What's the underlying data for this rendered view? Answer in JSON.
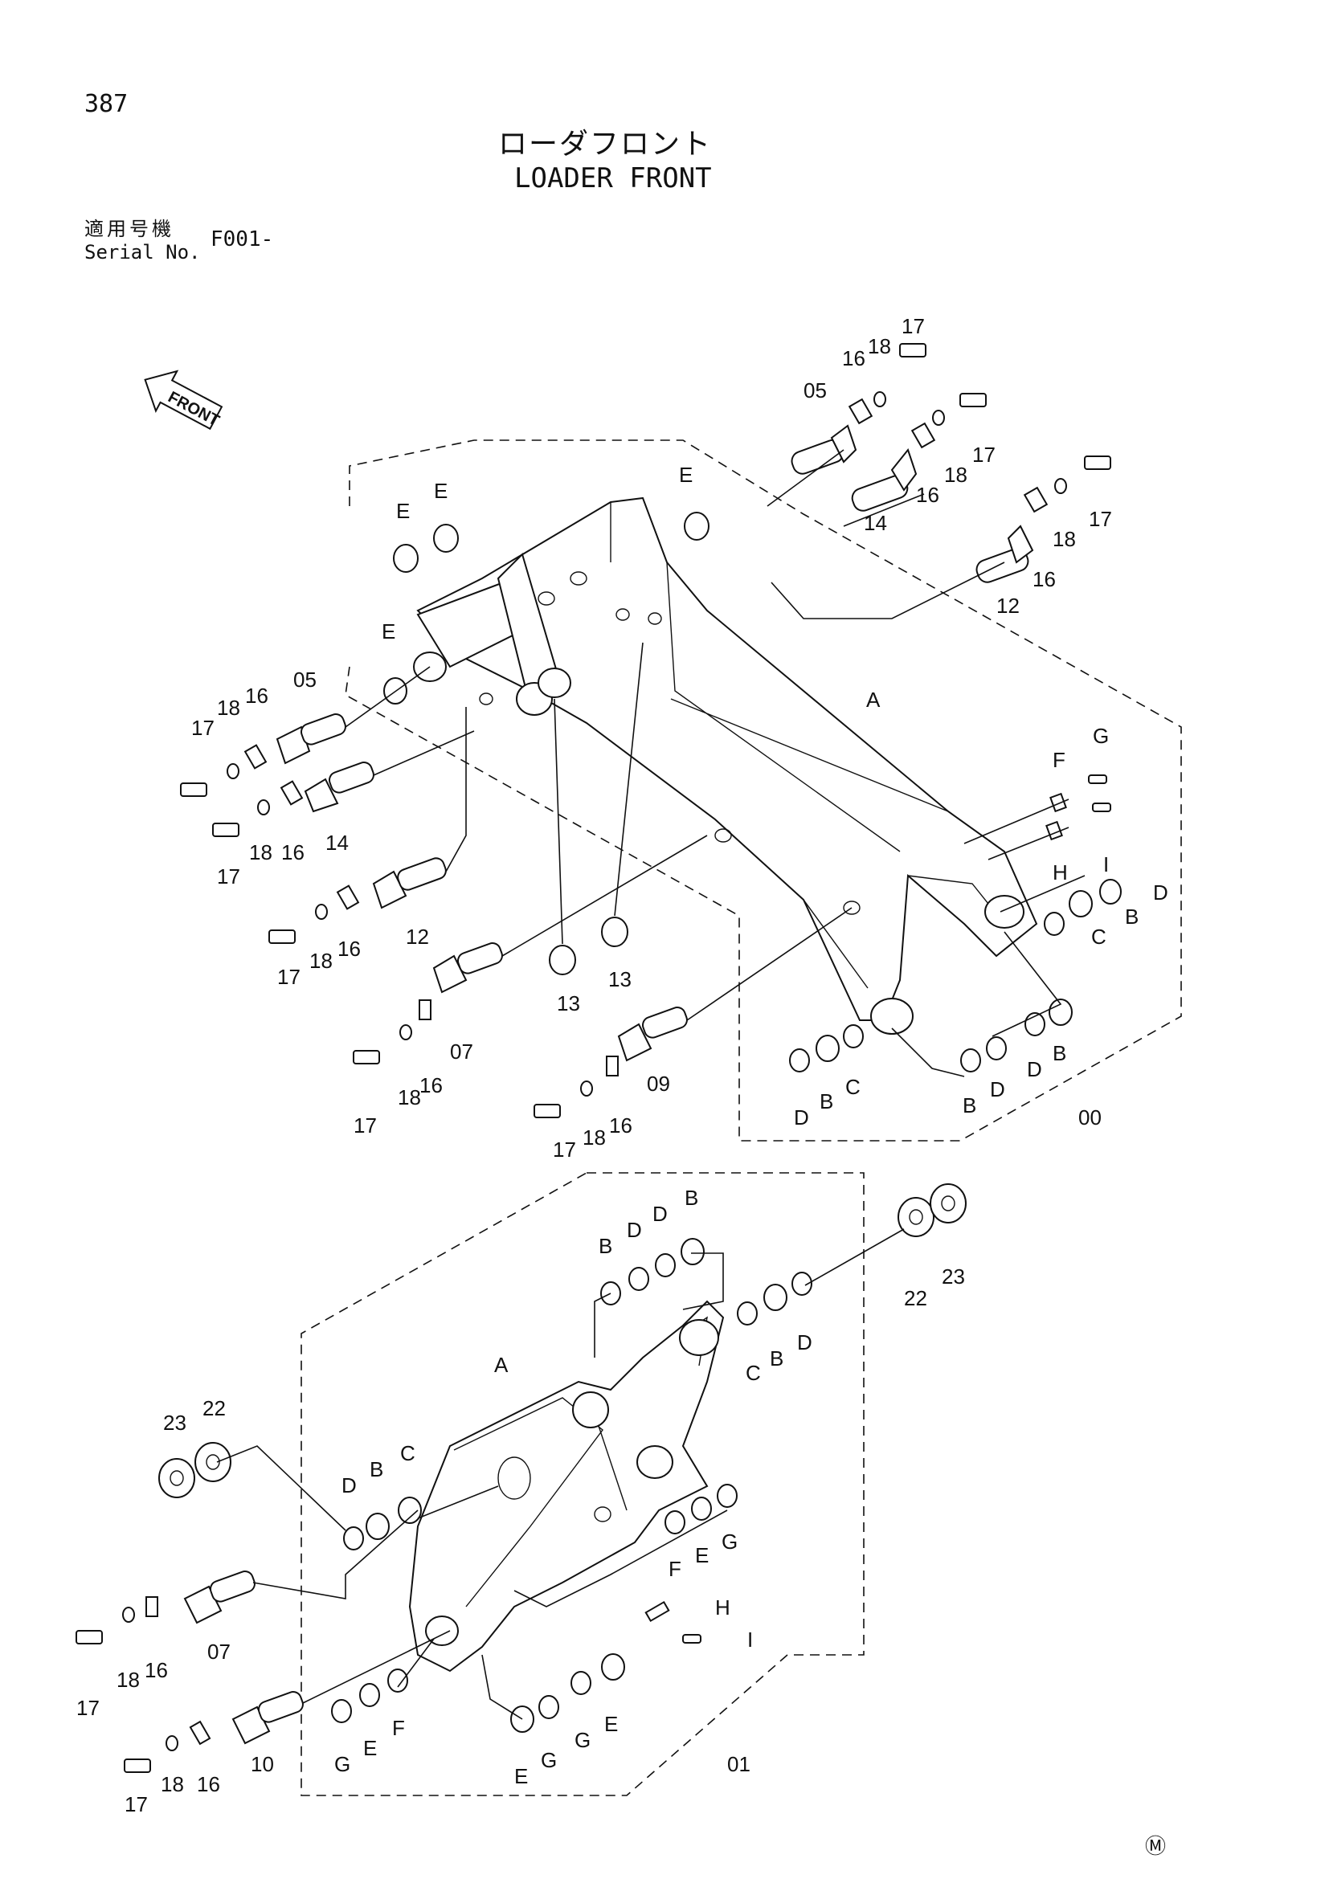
{
  "header": {
    "page_number": "387",
    "title_jp": "ローダフロント",
    "title_en": "LOADER FRONT",
    "serial_label_jp": "適用号機",
    "serial_label_en": "Serial No.",
    "serial_value": "F001-"
  },
  "front_arrow": {
    "label": "FRONT"
  },
  "maker_mark": "Ⓜ",
  "callouts": {
    "a17": "17",
    "a18": "18",
    "a16": "16",
    "a05": "05",
    "b16": "16",
    "b18": "18",
    "b17": "17",
    "b14": "14",
    "b12": "12",
    "b16b": "16",
    "b18b": "18",
    "b17b": "17",
    "eTop": "E",
    "eTop2": "E",
    "eTop3": "E",
    "eLeft": "E",
    "l17": "17",
    "l18": "18",
    "l16": "16",
    "l05": "05",
    "l17b": "17",
    "l18b": "18",
    "l16b": "16",
    "l14": "14",
    "l12": "12",
    "l17c": "17",
    "l18c": "18",
    "l16c": "16",
    "l07": "07",
    "l17d": "17",
    "l18d": "18",
    "l16d": "16",
    "m13": "13",
    "m13b": "13",
    "m09": "09",
    "m17": "17",
    "m18": "18",
    "m16": "16",
    "A1": "A",
    "F1": "F",
    "G1": "G",
    "H1": "H",
    "I1": "I",
    "D1": "D",
    "B1": "B",
    "C1": "C",
    "D2": "D",
    "B2": "B",
    "C2": "C",
    "B3": "B",
    "D3": "D",
    "D4": "D",
    "B4": "B",
    "p00": "00",
    "lb_B1": "B",
    "lb_D1": "D",
    "lb_D2": "D",
    "lb_B2": "B",
    "lb_C1": "C",
    "lb_B3": "B",
    "lb_D3": "D",
    "lb_22": "22",
    "lb_23": "23",
    "lb_A": "A",
    "lb_23b": "23",
    "lb_22b": "22",
    "lb_D4": "D",
    "lb_B4": "B",
    "lb_C4": "C",
    "lb_F1": "F",
    "lb_E1": "E",
    "lb_G1": "G",
    "lb_H": "H",
    "lb_I": "I",
    "lb_17": "17",
    "lb_18": "18",
    "lb_16": "16",
    "lb_07": "07",
    "lb_17b": "17",
    "lb_18b": "18",
    "lb_16b": "16",
    "lb_10": "10",
    "lb_G2": "G",
    "lb_E2": "E",
    "lb_F2": "F",
    "lb_E3": "E",
    "lb_G3": "G",
    "lb_G4": "G",
    "lb_E4": "E",
    "lb_01": "01"
  }
}
